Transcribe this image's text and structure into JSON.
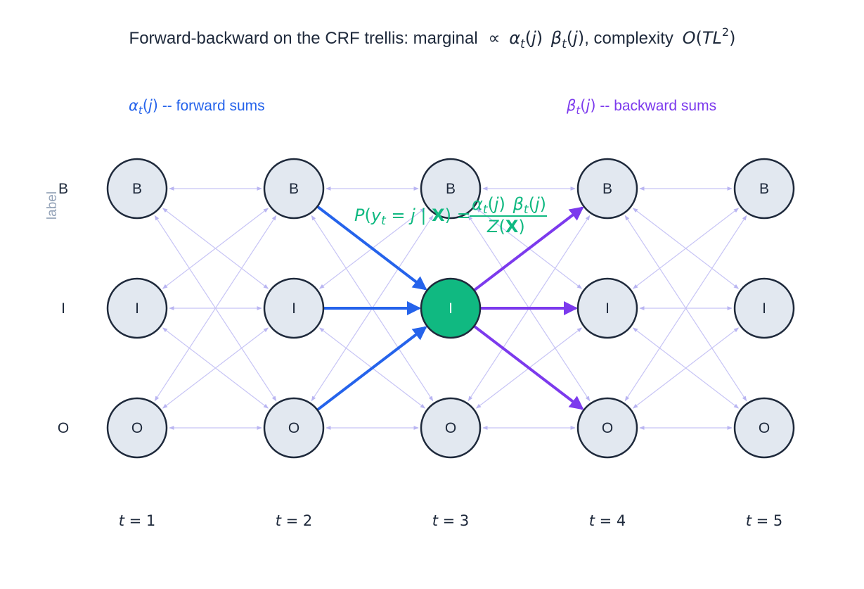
{
  "title": {
    "text": "Forward-backward on the CRF trellis: marginal",
    "propto": "∝",
    "alpha": "α",
    "beta": "β",
    "t": "t",
    "j": "j",
    "complexity_text": ", complexity",
    "O": "O",
    "TL": "TL",
    "sq": "2"
  },
  "labels": {
    "forward": {
      "symbol": "α",
      "sub": "t",
      "arg": "j",
      "text": " -- forward sums"
    },
    "backward": {
      "symbol": "β",
      "sub": "t",
      "arg": "j",
      "text": " -- backward sums"
    },
    "y_axis": "label"
  },
  "formula": {
    "lhs_P": "P",
    "lhs_y": "y",
    "lhs_t": "t",
    "lhs_eq": " = ",
    "lhs_j": "j",
    "lhs_bar": " | ",
    "lhs_X": "X",
    "rhs_eq": " = ",
    "num_alpha": "α",
    "num_beta": "β",
    "num_t": "t",
    "num_j": "j",
    "den_Z": "Z",
    "den_X": "X"
  },
  "states": [
    "B",
    "I",
    "O"
  ],
  "time_steps": [
    {
      "t": "t",
      "eq": " = ",
      "val": "1"
    },
    {
      "t": "t",
      "eq": " = ",
      "val": "2"
    },
    {
      "t": "t",
      "eq": " = ",
      "val": "3"
    },
    {
      "t": "t",
      "eq": " = ",
      "val": "4"
    },
    {
      "t": "t",
      "eq": " = ",
      "val": "5"
    }
  ],
  "highlight": {
    "time_index": 2,
    "state_index": 1
  },
  "colors": {
    "node_fill": "#e2e8f0",
    "node_stroke": "#1e293b",
    "highlight_fill": "#10b981",
    "forward": "#2563eb",
    "backward": "#7c3aed",
    "faint_edge": "#c7c4f5",
    "formula": "#10b981",
    "text": "#1e293b",
    "axis_label": "#94a3b8"
  }
}
